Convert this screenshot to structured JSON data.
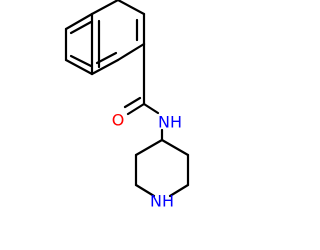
{
  "molecule": {
    "atoms": {
      "oxygen": {
        "label": "O",
        "color": "#ff0000"
      },
      "amide_nitrogen": {
        "label": "NH",
        "color": "#0000ff"
      },
      "ring_nitrogen": {
        "label": "NH",
        "color": "#0000ff"
      }
    },
    "bond_color": "#000000"
  }
}
